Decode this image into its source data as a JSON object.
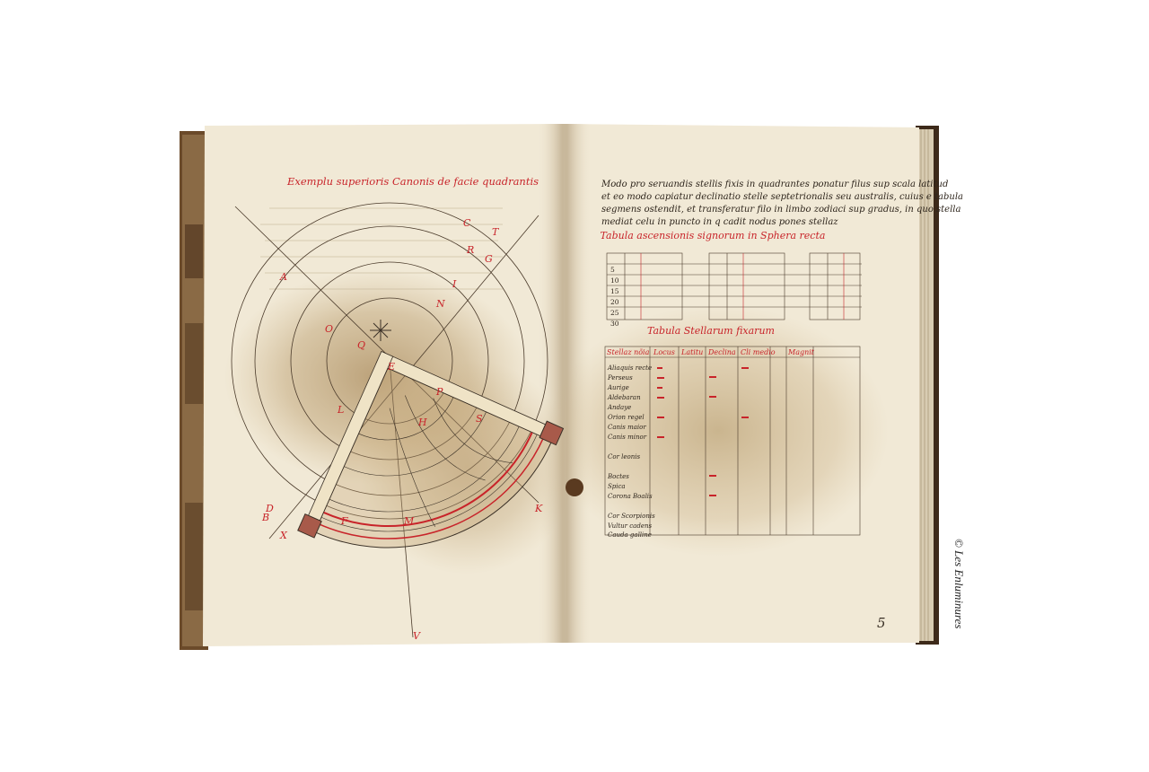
{
  "left_page": {
    "heading": "Exemplu superioris Canonis de facie quadrantis",
    "scale_letters": [
      "A",
      "B",
      "C",
      "D",
      "E",
      "F",
      "G",
      "H",
      "I",
      "K",
      "L",
      "M",
      "N",
      "O",
      "P",
      "Q",
      "R",
      "S",
      "T",
      "V",
      "X"
    ]
  },
  "right_page": {
    "intro_lines": [
      "Modo pro seruandis stellis fixis in quadrantes ponatur filus sup scala latitud",
      "et eo modo capiatur declinatio stelle septetrionalis seu australis, cuius e tabula",
      "segmens ostendit, et transferatur filo in limbo zodiaci sup gradus, in quo stella",
      "mediat celu in puncto in q cadit nodus pones stellaz"
    ],
    "table1_title": "Tabula ascensionis signorum in Sphera recta",
    "table1_rows": [
      "5",
      "10",
      "15",
      "20",
      "25",
      "30"
    ],
    "table2_title": "Tabula Stellarum fixarum",
    "table2_headers": [
      "Stellaz nõia",
      "Locus",
      "Latitu",
      "Declina",
      "Cli medio",
      "Magnit"
    ],
    "table2_names": [
      "Aliaquis recte",
      "Perseus",
      "Aurige",
      "Aldebaran",
      "Andaye",
      "Orion regel",
      "Canis maior",
      "Canis minor",
      "",
      "Cor leonis",
      "",
      "Boctes",
      "Spica",
      "Corona Boalis",
      "",
      "Cor Scorpionis",
      "Vultur cadens",
      "Cauda galline"
    ],
    "folio": "5"
  },
  "credit": "© Les Enluminures",
  "colors": {
    "background": "#ffffff",
    "parchment": "#f1e9d6",
    "stain": "#a9895a",
    "ink": "#3a3026",
    "rubric": "#c8242a"
  }
}
